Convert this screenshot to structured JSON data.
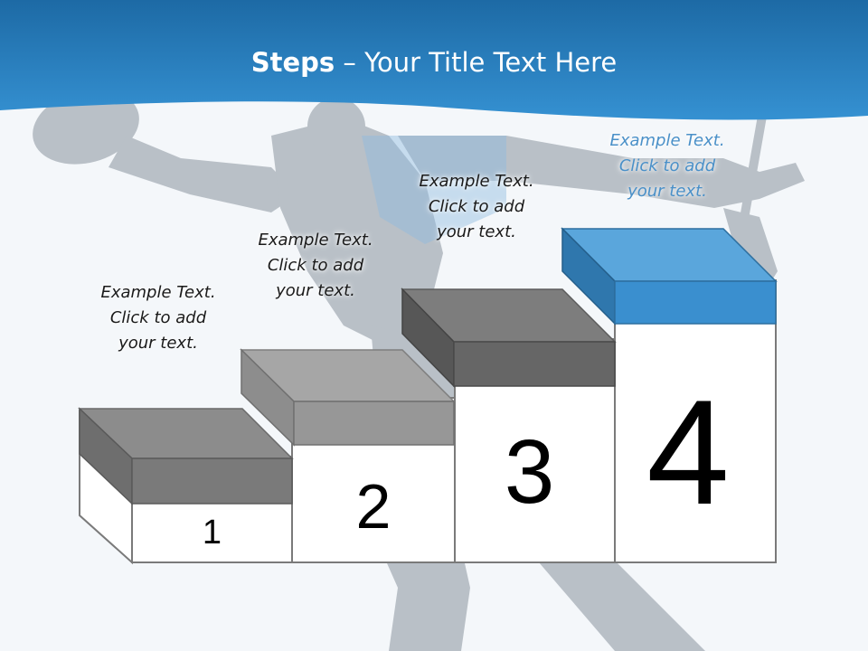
{
  "title": {
    "bold": "Steps",
    "rest": " – Your Title Text Here"
  },
  "steps": [
    {
      "number": "1",
      "line1": "Example Text.",
      "line2": "Click  to add",
      "line3": "your text."
    },
    {
      "number": "2",
      "line1": "Example Text.",
      "line2": "Click  to add",
      "line3": "your text."
    },
    {
      "number": "3",
      "line1": "Example Text.",
      "line2": "Click  to add",
      "line3": "your text."
    },
    {
      "number": "4",
      "line1": "Example Text.",
      "line2": "Click  to add",
      "line3": "your text."
    }
  ],
  "colors": {
    "header": "#2a86c6",
    "header_dark": "#1d6aa5",
    "accent_block": "#3a8fcf",
    "gray_block": "#7d7d7d",
    "silhouette": "#b9c0c7"
  }
}
